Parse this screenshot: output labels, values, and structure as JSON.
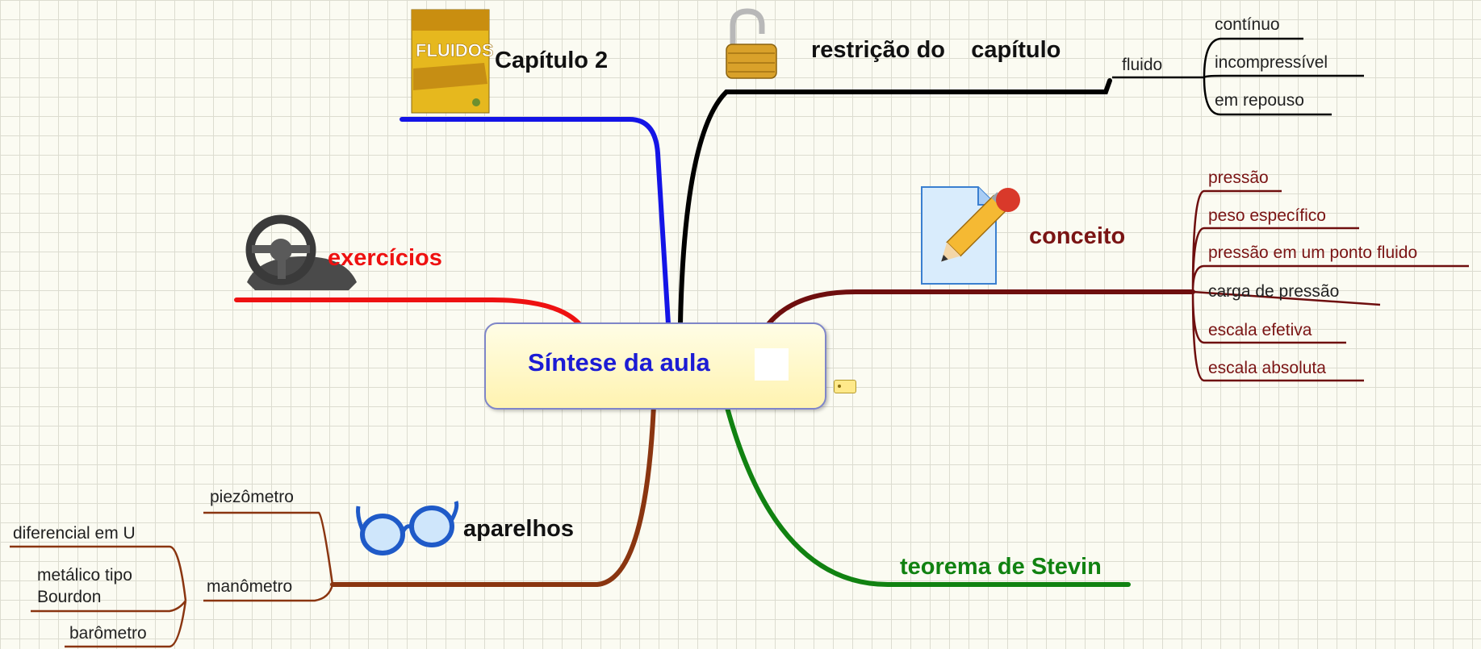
{
  "center": {
    "title": "Síntese da aula"
  },
  "branches": {
    "capitulo": {
      "label": "Capítulo 2",
      "color": "#1414e6",
      "book_title": "FLUIDOS"
    },
    "restricao": {
      "label": "restrição do    capítulo",
      "color": "#000000",
      "fluido": {
        "label": "fluido",
        "items": [
          "contínuo",
          "incompressível",
          "em repouso"
        ]
      }
    },
    "conceito": {
      "label": "conceito",
      "color": "#6e0e0e",
      "items": [
        "pressão",
        "peso específico",
        "pressão em um ponto fluido",
        "carga de pressão",
        "escala efetiva",
        "escala absoluta"
      ]
    },
    "exercicios": {
      "label": "exercícios",
      "color": "#ee1111"
    },
    "aparelhos": {
      "label": "aparelhos",
      "color": "#8a3510",
      "piezometro": "piezômetro",
      "manometro": {
        "label": "manômetro",
        "items": [
          "diferencial em U",
          "metálico tipo\nBourdon",
          "barômetro"
        ]
      }
    },
    "stevin": {
      "label": "teorema de Stevin",
      "color": "#118211"
    }
  },
  "icons": [
    "book-icon",
    "padlock-icon",
    "document-pencil-icon",
    "steering-wheel-icon",
    "glasses-icon",
    "note-tag-icon"
  ]
}
